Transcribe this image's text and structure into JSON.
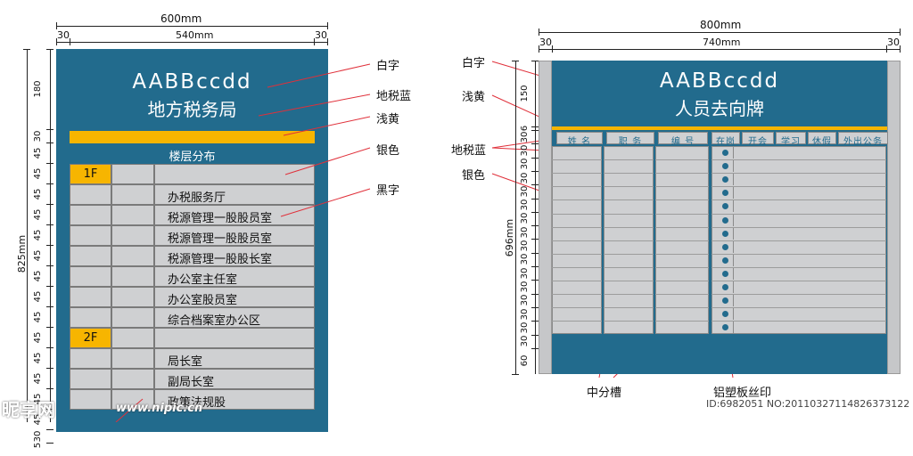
{
  "left_sign": {
    "width_total": "600mm",
    "width_inner": "540mm",
    "margin_left": "30",
    "margin_right": "30",
    "height_total": "825mm",
    "row_heights": [
      "180",
      "30",
      "45",
      "45",
      "45",
      "45",
      "45",
      "45",
      "45",
      "45",
      "45",
      "45",
      "45",
      "45",
      "45",
      "45",
      "30",
      "5"
    ],
    "title_en": "AABBccdd",
    "title_cn": "地方税务局",
    "floor_header": "楼层分布",
    "floors": [
      {
        "label": "1F",
        "rooms": [
          "办税服务厅",
          "税源管理一股股员室",
          "税源管理一股股员室",
          "税源管理一股股长室",
          "办公室主任室",
          "办公室股员室",
          "综合档案室办公区"
        ]
      },
      {
        "label": "2F",
        "rooms": [
          "局长室",
          "副局长室",
          "政策法规股"
        ]
      }
    ]
  },
  "right_sign": {
    "width_total": "800mm",
    "width_inner": "740mm",
    "margin_left": "30",
    "margin_right": "30",
    "height_total": "696mm",
    "row_heights": [
      "150",
      "6",
      "30",
      "30",
      "30",
      "30",
      "30",
      "30",
      "30",
      "30",
      "30",
      "30",
      "30",
      "30",
      "30",
      "30",
      "30",
      "30",
      "60"
    ],
    "title_en": "AABBccdd",
    "title_cn": "人员去向牌",
    "columns": [
      "姓 名",
      "职 务",
      "编 号",
      "在岗",
      "开会",
      "学习",
      "休假",
      "外出公务"
    ],
    "row_count": 14
  },
  "callouts": {
    "white_text": "白字",
    "tax_blue": "地税蓝",
    "light_yellow": "浅黄",
    "silver": "银色",
    "black_text": "黑字",
    "center_groove": "中分槽",
    "aluminum_print": "铝塑板丝印"
  },
  "watermark": {
    "logo": "昵享网",
    "url": "www.nipic.cn",
    "id_text": "ID:6982051 NO:20110327114826373122"
  },
  "colors": {
    "tax_blue": "#226b8d",
    "light_yellow": "#f7b500",
    "silver": "#cfd0d2",
    "side_gray": "#c6c7c9"
  }
}
